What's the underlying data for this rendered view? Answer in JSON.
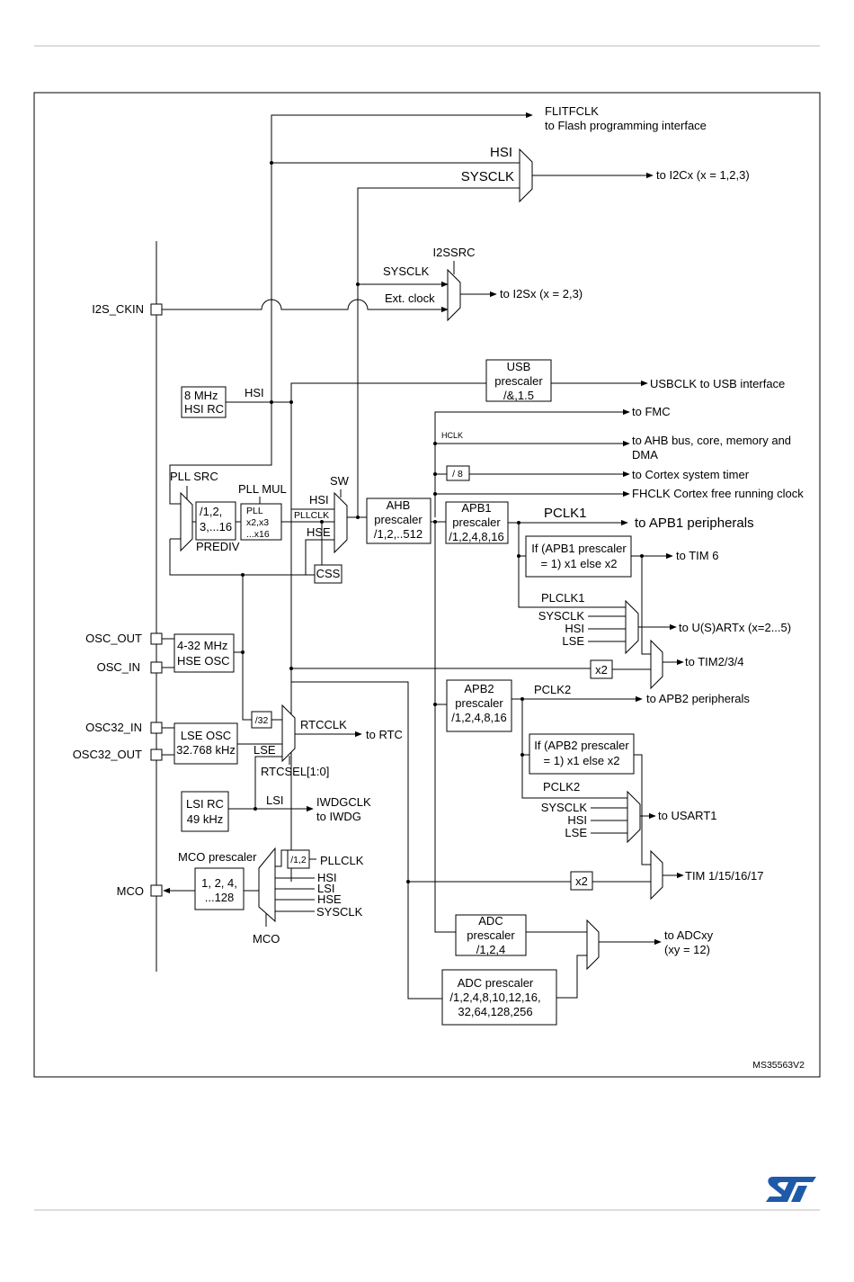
{
  "diagram": {
    "figure_id": "MS35563V2",
    "pins": {
      "i2s_ckin": "I2S_CKIN",
      "osc_out": "OSC_OUT",
      "osc_in": "OSC_IN",
      "osc32_in": "OSC32_IN",
      "osc32_out": "OSC32_OUT",
      "mco": "MCO"
    },
    "blocks": {
      "hsi_rc": [
        "8 MHz",
        "HSI RC"
      ],
      "hse_osc": [
        "4-32 MHz",
        "HSE OSC"
      ],
      "lse_osc": [
        "LSE OSC",
        "32.768 kHz"
      ],
      "lsi_rc": [
        "LSI RC",
        "49 kHz"
      ],
      "prediv": [
        "/1,2,",
        "3,...16"
      ],
      "pll": [
        "PLL",
        "x2,x3",
        "...x16"
      ],
      "ahb": [
        "AHB",
        "prescaler",
        "/1,2,..512"
      ],
      "apb1": [
        "APB1",
        "prescaler",
        "/1,2,4,8,16"
      ],
      "apb2": [
        "APB2",
        "prescaler",
        "/1,2,4,8,16"
      ],
      "usb": [
        "USB",
        "prescaler",
        "/&,1.5"
      ],
      "apb1_cond": [
        "If (APB1 prescaler",
        "= 1) x1 else x2"
      ],
      "apb2_cond": [
        "If (APB2 prescaler",
        "= 1) x1 else x2"
      ],
      "adc1": [
        "ADC",
        "prescaler",
        "/1,2,4"
      ],
      "adc2": [
        "ADC prescaler",
        "/1,2,4,8,10,12,16,",
        "32,64,128,256"
      ],
      "mco_presc": [
        "1, 2, 4,",
        "...128"
      ],
      "div8": "/ 8",
      "div32": "/32",
      "div2": "/1,2",
      "css": "CSS",
      "x2a": "x2",
      "x2b": "x2"
    },
    "labels": {
      "flitfclk": "FLITFCLK",
      "flash_if": "to Flash programming interface",
      "hsi_top": "HSI",
      "sysclk_top": "SYSCLK",
      "to_i2c": "to I2Cx (x = 1,2,3)",
      "i2ssrc": "I2SSRC",
      "sysclk_i2s": "SYSCLK",
      "ext_clock": "Ext. clock",
      "to_i2s": "to I2Sx (x = 2,3)",
      "usbclk": "USBCLK  to USB interface",
      "hsi_rc_out": "HSI",
      "to_fmc": "to FMC",
      "hclk": "HCLK",
      "to_ahb": [
        "to AHB bus, core, memory and",
        "DMA"
      ],
      "to_systimer": "to Cortex system timer",
      "fhclk": "FHCLK Cortex free running clock",
      "pll_src": "PLL SRC",
      "pll_mul": "PLL MUL",
      "prediv": "PREDIV",
      "sw": "SW",
      "hsi_sw": "HSI",
      "pllclk_sw": "PLLCLK",
      "hse_sw": "HSE",
      "pclk1": "PCLK1",
      "to_apb1": "to APB1 peripherals",
      "to_tim6": "to TIM 6",
      "plclk1": "PLCLK1",
      "sysclk_u": "SYSCLK",
      "hsi_u": "HSI",
      "lse_u": "LSE",
      "to_usart": "to U(S)ARTx (x=2...5)",
      "to_tim234": "to TIM2/3/4",
      "pclk2": "PCLK2",
      "to_apb2": "to APB2 peripherals",
      "rtcclk": "RTCCLK",
      "to_rtc": "to RTC",
      "lse_rtc": "LSE",
      "rtcsel": "RTCSEL[1:0]",
      "lsi": "LSI",
      "iwdgclk": "IWDGCLK",
      "to_iwdg": "to IWDG",
      "pclk2_b": "PCLK2",
      "sysclk_u1": "SYSCLK",
      "hsi_u1": "HSI",
      "lse_u1": "LSE",
      "to_usart1": "to USART1",
      "mco_prescaler": "MCO prescaler",
      "pllclk_mco": "PLLCLK",
      "hsi_mco": "HSI",
      "lsi_mco": "LSI",
      "hse_mco": "HSE",
      "sysclk_mco": "SYSCLK",
      "mco_sel": "MCO",
      "to_tim1": "TIM 1/15/16/17",
      "to_adc": [
        "to ADCxy",
        "(xy = 12)"
      ]
    }
  }
}
